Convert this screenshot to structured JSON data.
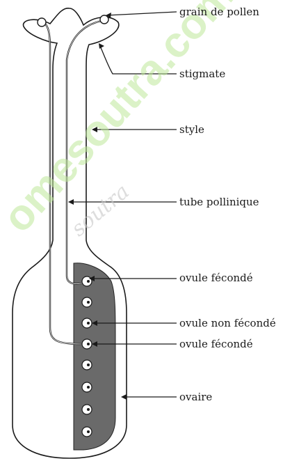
{
  "labels": {
    "grain_de_pollen": "grain de pollen",
    "stigmate": "stigmate",
    "style": "style",
    "tube_pollinique": "tube pollinique",
    "ovule_feconde_1": "ovule fécondé",
    "ovule_non_feconde": "ovule non fécondé",
    "ovule_feconde_2": "ovule fécondé",
    "ovaire": "ovaire"
  },
  "watermark": {
    "main": "omesoutra.com",
    "secondary": "soutra"
  },
  "colors": {
    "ink": "#1a1a1a",
    "ovary_fill": "#6a6a6a",
    "watermark": "#bfe89a"
  }
}
